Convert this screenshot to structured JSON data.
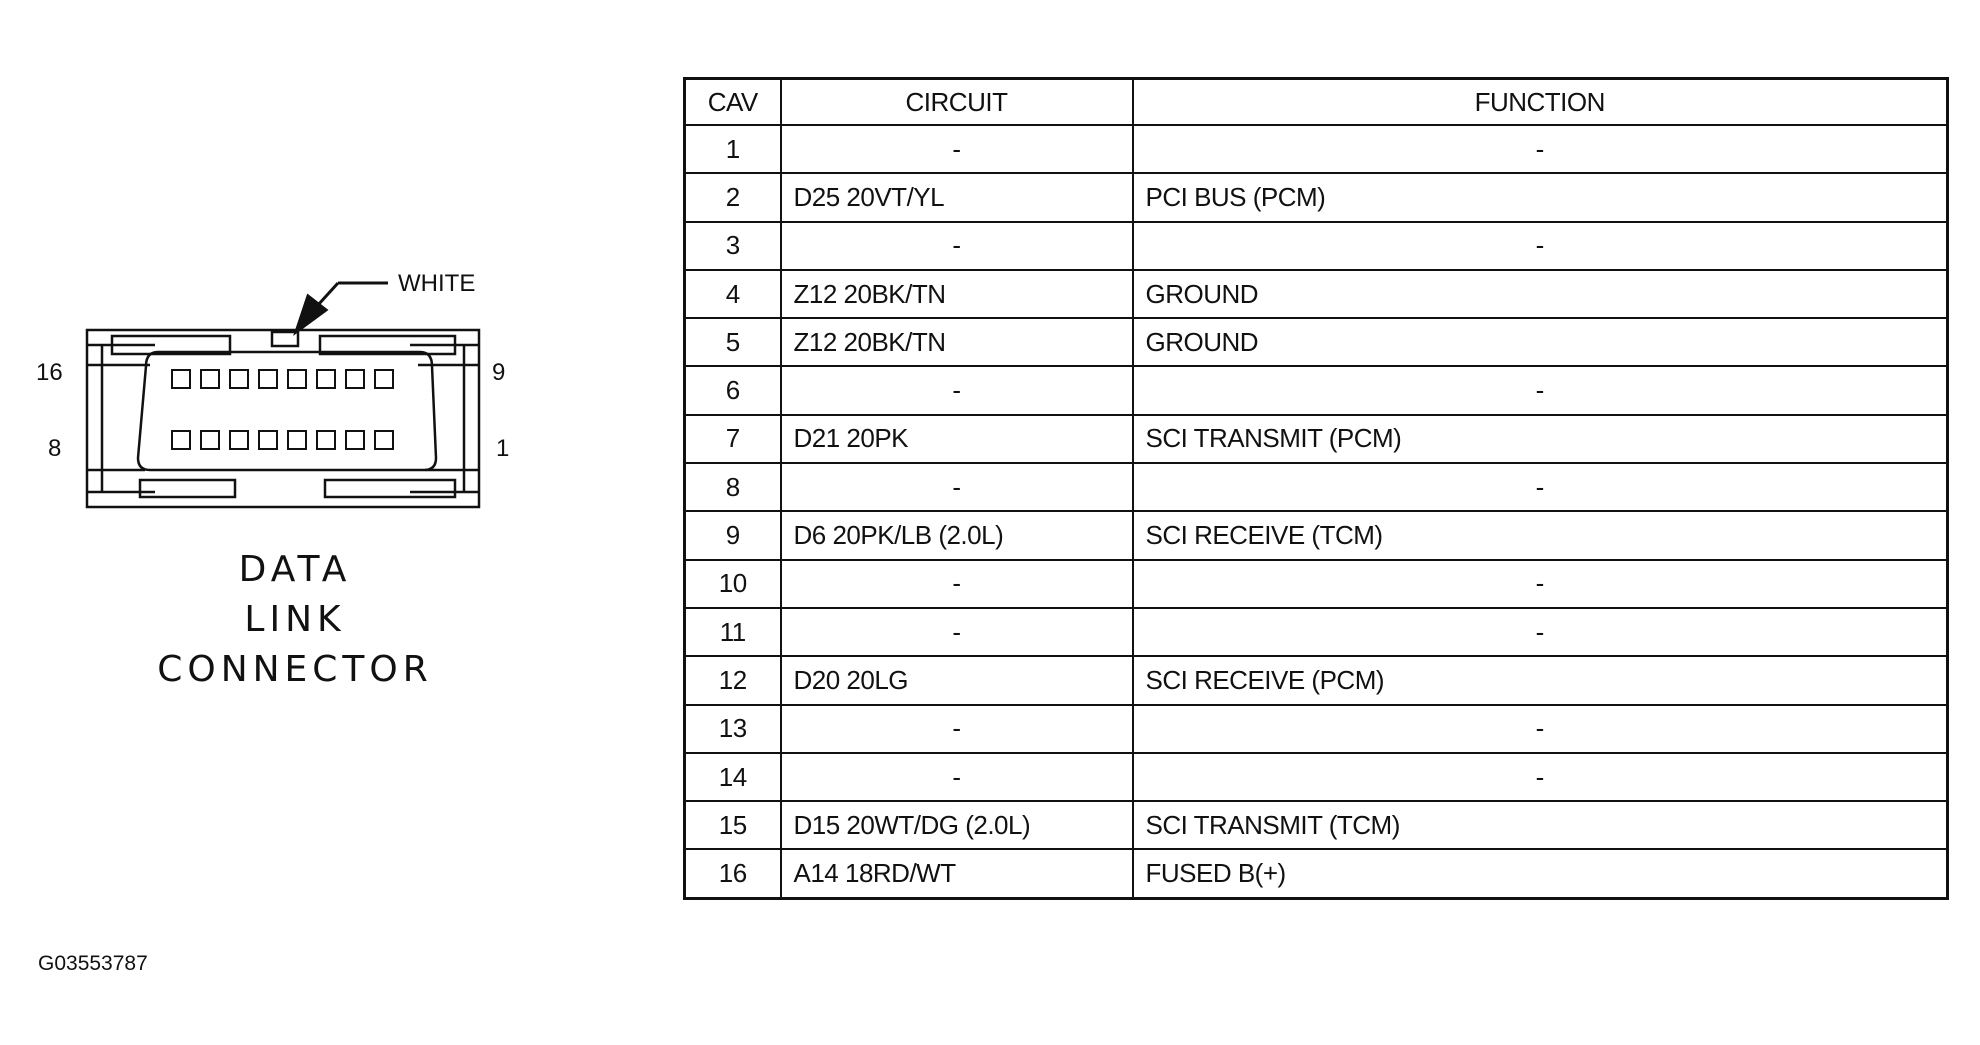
{
  "connector": {
    "title_lines": [
      "DATA",
      "LINK",
      "CONNECTOR"
    ],
    "callout_label": "WHITE",
    "pin_labels": {
      "top_left": "16",
      "top_right": "9",
      "bottom_left": "8",
      "bottom_right": "1"
    }
  },
  "figure_id": "G03553787",
  "table": {
    "headers": [
      "CAV",
      "CIRCUIT",
      "FUNCTION"
    ],
    "rows": [
      {
        "cav": "1",
        "circuit": "-",
        "function": "-"
      },
      {
        "cav": "2",
        "circuit": "D25 20VT/YL",
        "function": "PCI BUS (PCM)"
      },
      {
        "cav": "3",
        "circuit": "-",
        "function": "-"
      },
      {
        "cav": "4",
        "circuit": "Z12 20BK/TN",
        "function": "GROUND"
      },
      {
        "cav": "5",
        "circuit": "Z12 20BK/TN",
        "function": "GROUND"
      },
      {
        "cav": "6",
        "circuit": "-",
        "function": "-"
      },
      {
        "cav": "7",
        "circuit": "D21 20PK",
        "function": "SCI TRANSMIT (PCM)"
      },
      {
        "cav": "8",
        "circuit": "-",
        "function": "-"
      },
      {
        "cav": "9",
        "circuit": "D6 20PK/LB (2.0L)",
        "function": "SCI RECEIVE (TCM)"
      },
      {
        "cav": "10",
        "circuit": "-",
        "function": "-"
      },
      {
        "cav": "11",
        "circuit": "-",
        "function": "-"
      },
      {
        "cav": "12",
        "circuit": "D20 20LG",
        "function": "SCI RECEIVE (PCM)"
      },
      {
        "cav": "13",
        "circuit": "-",
        "function": "-"
      },
      {
        "cav": "14",
        "circuit": "-",
        "function": "-"
      },
      {
        "cav": "15",
        "circuit": "D15 20WT/DG (2.0L)",
        "function": "SCI TRANSMIT (TCM)"
      },
      {
        "cav": "16",
        "circuit": "A14 18RD/WT",
        "function": "FUSED B(+)"
      }
    ]
  }
}
